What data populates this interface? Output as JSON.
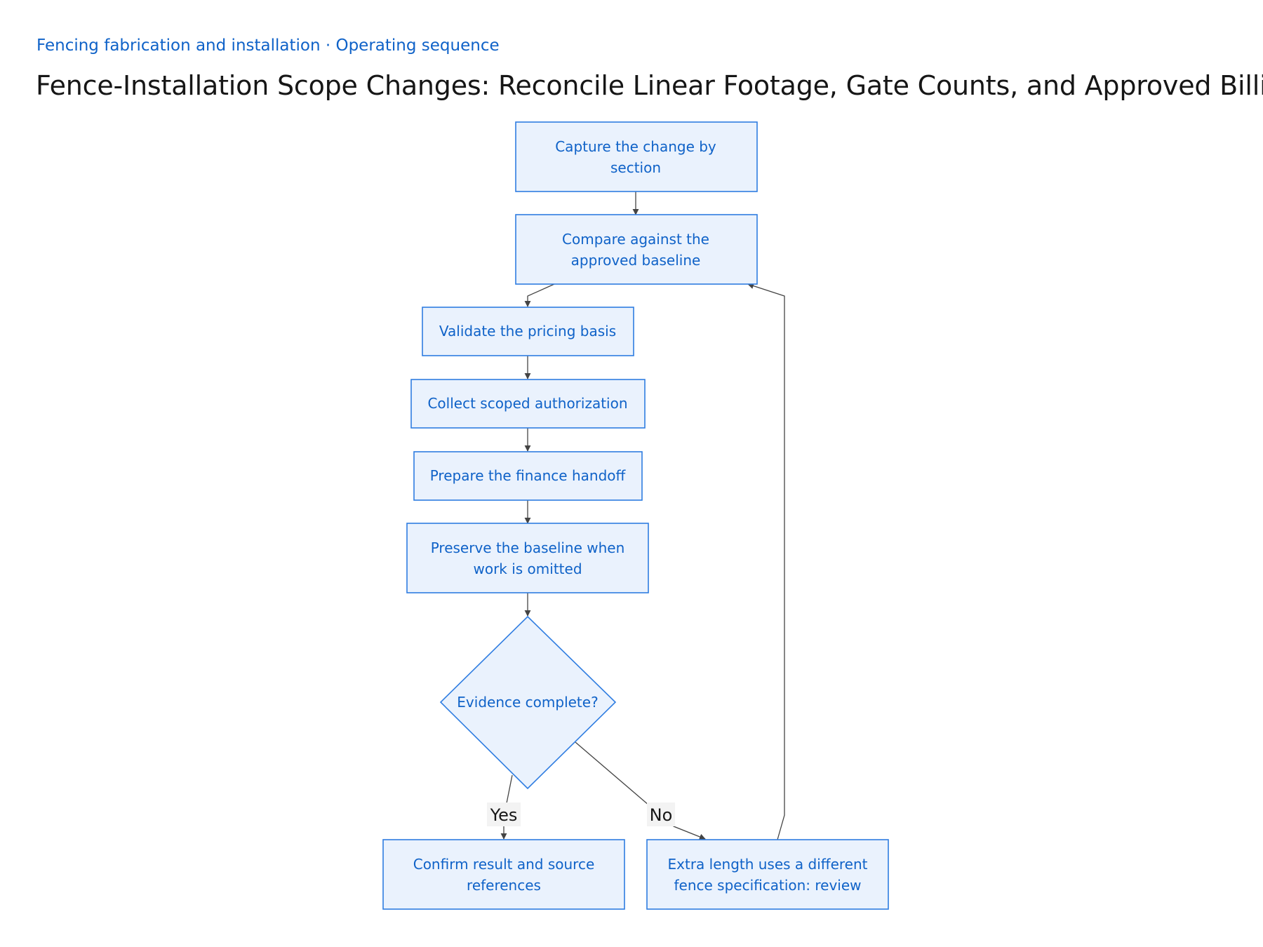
{
  "header": {
    "breadcrumb": "Fencing fabrication and installation · Operating sequence",
    "title": "Fence-Installation Scope Changes: Reconcile Linear Footage, Gate Counts, and Approved Billing"
  },
  "diagram": {
    "nodes": {
      "capture": [
        "Capture the change by",
        "section"
      ],
      "compare": [
        "Compare against the",
        "approved baseline"
      ],
      "validate": [
        "Validate the pricing basis"
      ],
      "collect": [
        "Collect scoped authorization"
      ],
      "prepare": [
        "Prepare the finance handoff"
      ],
      "preserve": [
        "Preserve the baseline when",
        "work is omitted"
      ],
      "decision": [
        "Evidence complete?"
      ],
      "confirm": [
        "Confirm result and source",
        "references"
      ],
      "review": [
        "Extra length uses a different",
        "fence specification: review"
      ]
    },
    "edges": [
      {
        "from": "capture",
        "to": "compare"
      },
      {
        "from": "compare",
        "to": "validate"
      },
      {
        "from": "validate",
        "to": "collect"
      },
      {
        "from": "collect",
        "to": "prepare"
      },
      {
        "from": "prepare",
        "to": "preserve"
      },
      {
        "from": "preserve",
        "to": "decision"
      },
      {
        "from": "decision",
        "to": "confirm",
        "label": "Yes"
      },
      {
        "from": "decision",
        "to": "review",
        "label": "No"
      },
      {
        "from": "review",
        "to": "compare"
      }
    ],
    "colors": {
      "node_fill": "#eaf2fd",
      "node_stroke": "#2f7de1",
      "node_text": "#0f62c8",
      "edge": "#444444"
    }
  }
}
